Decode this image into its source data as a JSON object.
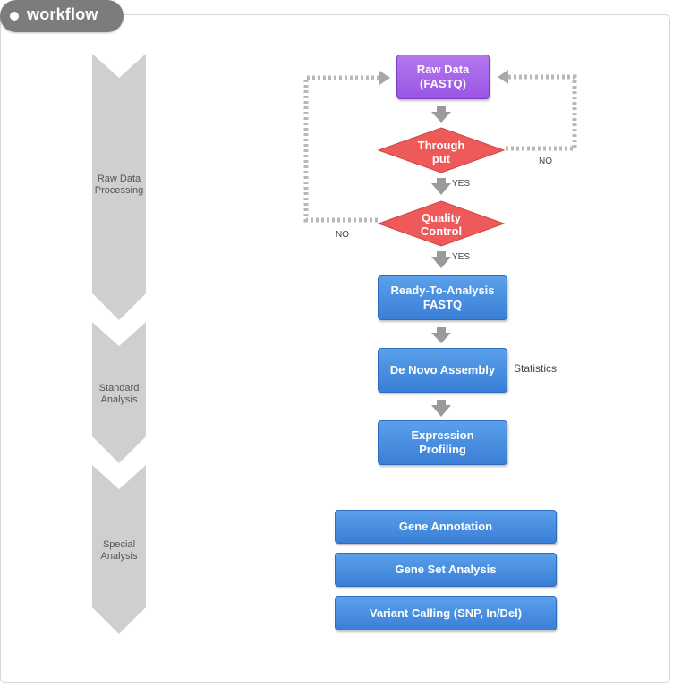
{
  "header": {
    "title": "workflow"
  },
  "stages": [
    {
      "label": "Raw Data\nProcessing"
    },
    {
      "label": "Standard\nAnalysis"
    },
    {
      "label": "Special\nAnalysis"
    }
  ],
  "nodes": {
    "raw_data": "Raw Data\n(FASTQ)",
    "throughput": "Through\nput",
    "quality_control": "Quality\nControl",
    "ready": "Ready-To-Analysis\nFASTQ",
    "de_novo": "De Novo Assembly",
    "expression": "Expression\nProfiling",
    "gene_annotation": "Gene Annotation",
    "gene_set": "Gene Set Analysis",
    "variant_calling": "Variant Calling (SNP, In/Del)"
  },
  "edge_labels": {
    "yes_1": "YES",
    "yes_2": "YES",
    "no_right": "NO",
    "no_left": "NO",
    "statistics": "Statistics"
  },
  "colors": {
    "blue": "#3a7fd6",
    "purple": "#9a55e3",
    "red": "#ee5a5a",
    "stage_gray": "#cfcfcf",
    "tab_gray": "#7c7c7c"
  }
}
